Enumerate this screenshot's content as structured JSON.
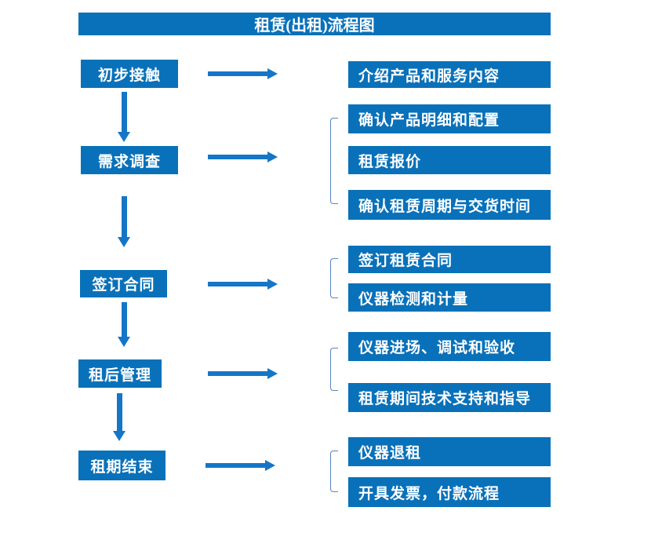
{
  "title": "租赁(出租)流程图",
  "flow": {
    "steps": [
      {
        "label": "初步接触"
      },
      {
        "label": "需求调查"
      },
      {
        "label": "签订合同"
      },
      {
        "label": "租后管理"
      },
      {
        "label": "租期结束"
      }
    ],
    "details": [
      {
        "label": "介绍产品和服务内容"
      },
      {
        "label": "确认产品明细和配置"
      },
      {
        "label": "租赁报价"
      },
      {
        "label": "确认租赁周期与交货时间"
      },
      {
        "label": "签订租赁合同"
      },
      {
        "label": "仪器检测和计量"
      },
      {
        "label": "仪器进场、调试和验收"
      },
      {
        "label": "租赁期间技术支持和指导"
      },
      {
        "label": "仪器退租"
      },
      {
        "label": "开具发票，付款流程"
      }
    ]
  },
  "colors": {
    "box_blue": "#0971b9",
    "arrow_blue": "#1576c7",
    "bracket_blue": "#5585c2",
    "text_white": "#ffffff",
    "page_bg": "#ffffff"
  }
}
